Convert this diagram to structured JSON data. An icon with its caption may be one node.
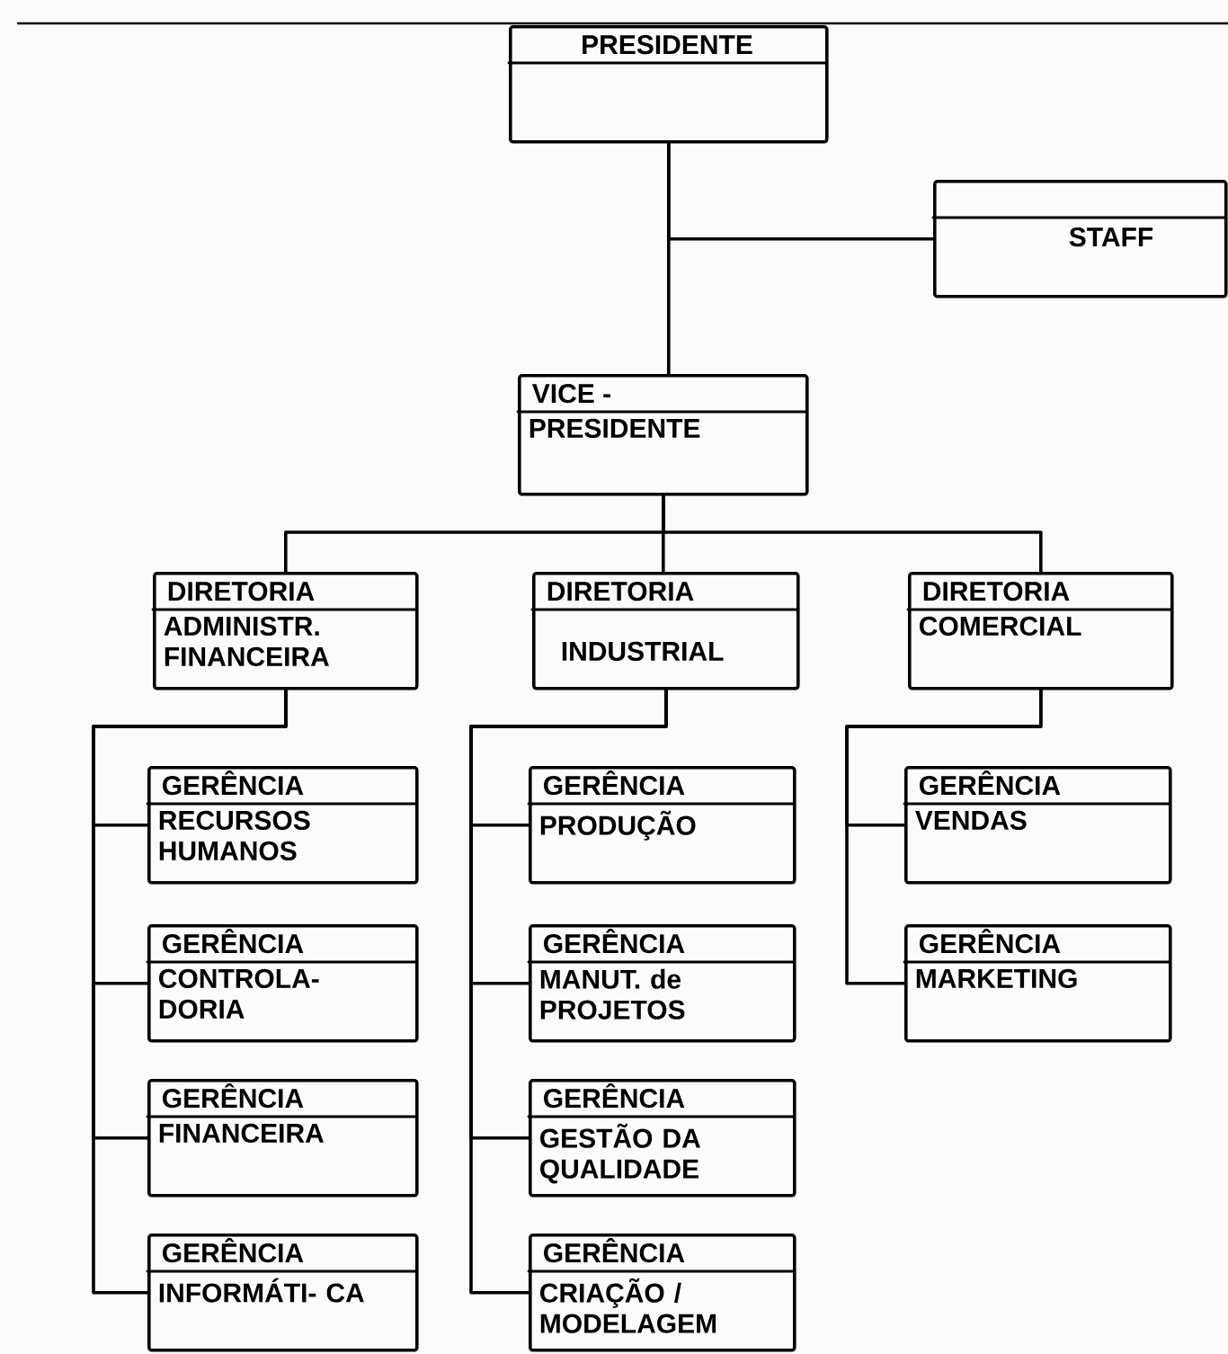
{
  "diagram": {
    "nodes": [
      {
        "text": [
          "PRESIDENTE"
        ]
      },
      {
        "text": [
          "STAFF"
        ]
      },
      {
        "text": [
          "VICE -",
          "PRESIDENTE"
        ]
      },
      {
        "text": [
          "DIRETORIA",
          "ADMINISTR. FINANCEIRA"
        ]
      },
      {
        "text": [
          "DIRETORIA",
          "INDUSTRIAL"
        ]
      },
      {
        "text": [
          "DIRETORIA",
          "COMERCIAL"
        ]
      },
      {
        "text": [
          "GERÊNCIA",
          "RECURSOS HUMANOS"
        ]
      },
      {
        "text": [
          "GERÊNCIA",
          "CONTROLA- DORIA"
        ]
      },
      {
        "text": [
          "GERÊNCIA",
          "FINANCEIRA"
        ]
      },
      {
        "text": [
          "GERÊNCIA",
          "INFORMÁTI- CA"
        ]
      },
      {
        "text": [
          "GERÊNCIA",
          "PRODUÇÃO"
        ]
      },
      {
        "text": [
          "GERÊNCIA",
          "MANUT. de PROJETOS"
        ]
      },
      {
        "text": [
          "GERÊNCIA",
          "GESTÃO DA QUALIDADE"
        ]
      },
      {
        "text": [
          "GERÊNCIA",
          "CRIAÇÃO / MODELAGEM"
        ]
      },
      {
        "text": [
          "GERÊNCIA",
          "VENDAS"
        ]
      },
      {
        "text": [
          "GERÊNCIA",
          "MARKETING"
        ]
      }
    ],
    "edges": [
      {
        "from": 0,
        "to": 1,
        "arrow": "none"
      },
      {
        "from": 0,
        "to": 2,
        "arrow": "none"
      },
      {
        "from": 2,
        "to": 3,
        "arrow": "none"
      },
      {
        "from": 2,
        "to": 4,
        "arrow": "none"
      },
      {
        "from": 2,
        "to": 5,
        "arrow": "none"
      },
      {
        "from": 3,
        "to": 6,
        "arrow": "none"
      },
      {
        "from": 3,
        "to": 7,
        "arrow": "none"
      },
      {
        "from": 3,
        "to": 8,
        "arrow": "none"
      },
      {
        "from": 3,
        "to": 9,
        "arrow": "none"
      },
      {
        "from": 4,
        "to": 10,
        "arrow": "none"
      },
      {
        "from": 4,
        "to": 11,
        "arrow": "none"
      },
      {
        "from": 4,
        "to": 12,
        "arrow": "none"
      },
      {
        "from": 4,
        "to": 13,
        "arrow": "none"
      },
      {
        "from": 5,
        "to": 14,
        "arrow": "none"
      },
      {
        "from": 5,
        "to": 15,
        "arrow": "none"
      }
    ]
  }
}
